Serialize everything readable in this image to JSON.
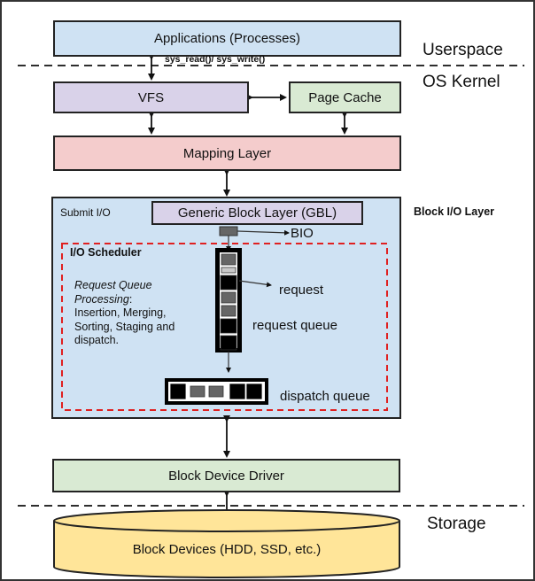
{
  "regions": {
    "userspace": "Userspace",
    "kernel": "OS Kernel",
    "storage": "Storage"
  },
  "boxes": {
    "applications": "Applications (Processes)",
    "vfs": "VFS",
    "page_cache": "Page Cache",
    "mapping_layer": "Mapping Layer",
    "generic_block_layer": "Generic Block Layer (GBL)",
    "block_device_driver": "Block Device Driver",
    "block_devices": "Block Devices (HDD, SSD, etc.)"
  },
  "labels": {
    "syscall": "sys_read()/ sys_write()",
    "block_io_layer": "Block I/O Layer",
    "submit_io": "Submit I/O",
    "io_scheduler": "I/O Scheduler",
    "rq_processing_italic_1": "Request Queue",
    "rq_processing_italic_2": "Processing",
    "rq_processing_colon": ":",
    "rq_processing_line3": "Insertion, Merging,",
    "rq_processing_line4": "Sorting, Staging and",
    "rq_processing_line5": "dispatch.",
    "bio": "BIO",
    "request": "request",
    "request_queue": "request queue",
    "dispatch_queue": "dispatch queue"
  },
  "request_queue_slots": [
    "gray",
    "light",
    "black",
    "gray",
    "gray",
    "black",
    "black"
  ],
  "dispatch_queue_slots": [
    "black",
    "gray",
    "gray",
    "black",
    "black"
  ],
  "colors": {
    "userspace_box": "#cfe2f3",
    "vfs_box": "#d9d2e9",
    "cache_box": "#d9ead3",
    "mapping_box": "#f4cccc",
    "storage": "#ffe599",
    "scheduler_border": "#e02020"
  }
}
